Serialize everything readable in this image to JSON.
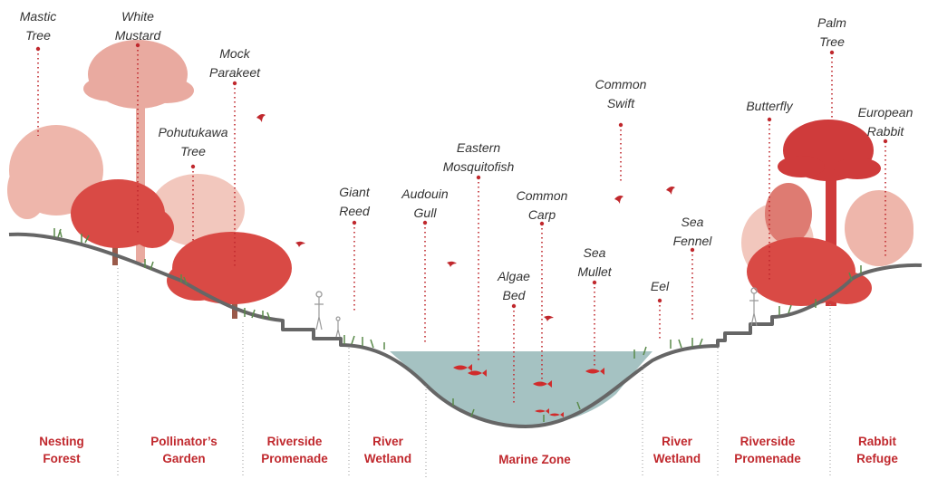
{
  "colors": {
    "accent": "#c0282d",
    "foliage_dark": "#cf3b3b",
    "foliage_mid": "#de7b72",
    "foliage_light": "#eeb6ab",
    "water": "#8fb3b3",
    "ground": "#666666",
    "grass": "#5a8a4a"
  },
  "species": [
    {
      "id": "mastic-tree",
      "label": "Mastic\nTree"
    },
    {
      "id": "white-mustard",
      "label": "White\nMustard"
    },
    {
      "id": "mock-parakeet",
      "label": "Mock\nParakeet"
    },
    {
      "id": "pohutukawa-tree",
      "label": "Pohutukawa\nTree"
    },
    {
      "id": "giant-reed",
      "label": "Giant\nReed"
    },
    {
      "id": "audouin-gull",
      "label": "Audouin\nGull"
    },
    {
      "id": "eastern-mosquitofish",
      "label": "Eastern\nMosquitofish"
    },
    {
      "id": "common-carp",
      "label": "Common\nCarp"
    },
    {
      "id": "algae-bed",
      "label": "Algae\nBed"
    },
    {
      "id": "sea-mullet",
      "label": "Sea\nMullet"
    },
    {
      "id": "common-swift",
      "label": "Common\nSwift"
    },
    {
      "id": "eel",
      "label": "Eel"
    },
    {
      "id": "sea-fennel",
      "label": "Sea\nFennel"
    },
    {
      "id": "butterfly",
      "label": "Butterfly"
    },
    {
      "id": "palm-tree",
      "label": "Palm\nTree"
    },
    {
      "id": "european-rabbit",
      "label": "European\nRabbit"
    }
  ],
  "zones": [
    {
      "id": "nesting-forest",
      "label": "Nesting\nForest"
    },
    {
      "id": "pollinators-garden",
      "label": "Pollinator’s\nGarden"
    },
    {
      "id": "riverside-promenade-left",
      "label": "Riverside\nPromenade"
    },
    {
      "id": "river-wetland-left",
      "label": "River\nWetland"
    },
    {
      "id": "marine-zone",
      "label": "Marine Zone"
    },
    {
      "id": "river-wetland-right",
      "label": "River\nWetland"
    },
    {
      "id": "riverside-promenade-right",
      "label": "Riverside\nPromenade"
    },
    {
      "id": "rabbit-refuge",
      "label": "Rabbit\nRefuge"
    }
  ]
}
